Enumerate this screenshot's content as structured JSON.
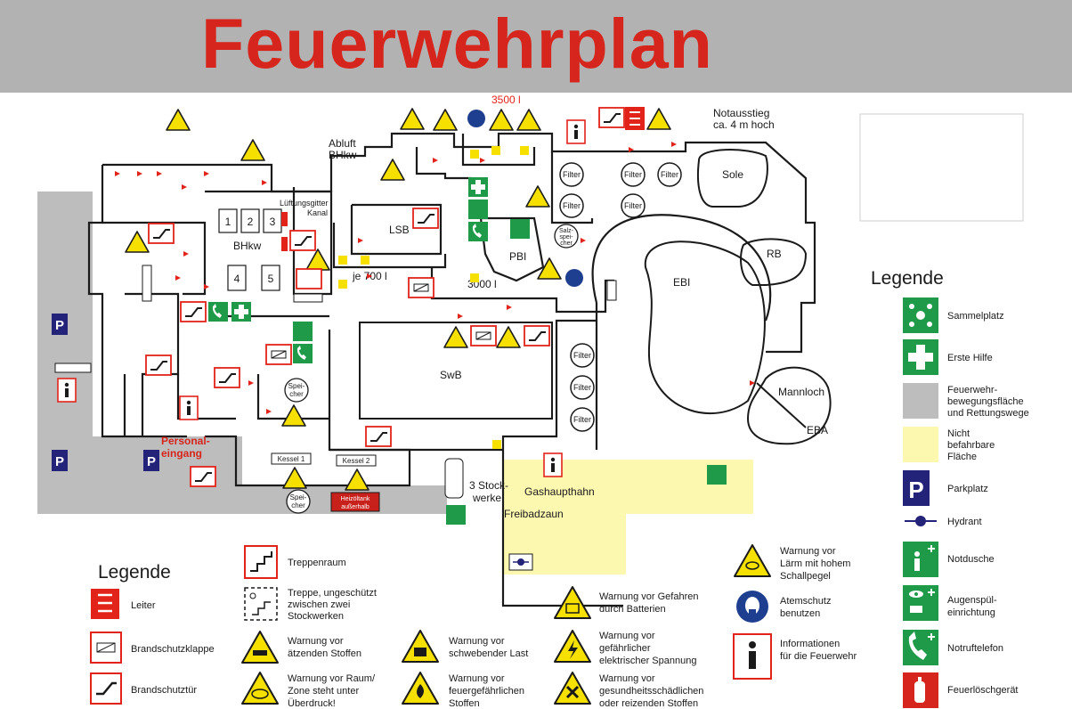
{
  "title": "Feuerwehrplan",
  "rooms": {
    "bhkw": "BHkw",
    "abluft_line1": "Abluft",
    "abluft_line2": "BHkw",
    "lueftungsgitter": "Lüftungsgitter",
    "kanal": "Kanal",
    "lsb": "LSB",
    "pbi": "PBI",
    "ebi": "EBI",
    "swb": "SwB",
    "sole": "Sole",
    "rb": "RB",
    "mannloch": "Mannloch",
    "eba": "EBA",
    "filter": "Filter",
    "salzspeicher_1": "Salz-",
    "salzspeicher_2": "spei-",
    "salzspeicher_3": "cher",
    "speicher_1": "Spei-",
    "speicher_2": "cher",
    "kessel1": "Kessel 1",
    "kessel2": "Kessel 2",
    "heizoel_1": "Heizöltank",
    "heizoel_2": "außerhalb",
    "stockwerke_1": "3 Stock-",
    "stockwerke_2": "werke",
    "gashaupthahn": "Gashaupthahn",
    "freibadzaun": "Freibadzaun",
    "personal_1": "Personal-",
    "personal_2": "eingang",
    "notausstieg_1": "Notausstieg",
    "notausstieg_2": "ca. 4 m hoch",
    "vol_3500": "3500 l",
    "vol_3000": "3000 l",
    "vol_700": "je 700 l",
    "bhkw_units": [
      "1",
      "2",
      "3",
      "4",
      "5"
    ],
    "parking": "P",
    "info": "i"
  },
  "legend_left": {
    "heading": "Legende",
    "items": [
      {
        "icon": "ladder-icon",
        "label": "Leiter"
      },
      {
        "icon": "fire-damper-icon",
        "label": "Brandschutzklappe"
      },
      {
        "icon": "fire-door-icon",
        "label": "Brandschutztür"
      },
      {
        "icon": "stairwell-icon",
        "label": "Treppenraum"
      },
      {
        "icon": "open-stairs-icon",
        "label": "Treppe, ungeschützt zwischen zwei Stockwerken",
        "lines": [
          "Treppe, ungeschützt",
          "zwischen zwei",
          "Stockwerken"
        ]
      },
      {
        "icon": "corrosive-warning-icon",
        "lines": [
          "Warnung vor",
          "ätzenden Stoffen"
        ]
      },
      {
        "icon": "overpressure-warning-icon",
        "lines": [
          "Warnung vor Raum/",
          "Zone steht unter",
          "Überdruck!"
        ]
      },
      {
        "icon": "suspended-load-warning-icon",
        "lines": [
          "Warnung vor",
          "schwebender Last"
        ]
      },
      {
        "icon": "flammable-warning-icon",
        "lines": [
          "Warnung vor",
          "feuergefährlichen",
          "Stoffen"
        ]
      },
      {
        "icon": "battery-warning-icon",
        "lines": [
          "Warnung vor Gefahren",
          "durch Batterien"
        ]
      },
      {
        "icon": "electric-warning-icon",
        "lines": [
          "Warnung vor",
          "gefährlicher",
          "elektrischer Spannung"
        ]
      },
      {
        "icon": "harmful-warning-icon",
        "lines": [
          "Warnung vor",
          "gesundheitsschädlichen",
          "oder reizenden Stoffen"
        ]
      },
      {
        "icon": "noise-warning-icon",
        "lines": [
          "Warnung vor",
          "Lärm mit hohem",
          "Schallpegel"
        ]
      },
      {
        "icon": "respirator-icon",
        "lines": [
          "Atemschutz",
          "benutzen"
        ]
      },
      {
        "icon": "fire-info-icon",
        "lines": [
          "Informationen",
          "für die Feuerwehr"
        ]
      }
    ]
  },
  "legend_right": {
    "heading": "Legende",
    "items": [
      {
        "icon": "assembly-point-icon",
        "lines": [
          "Sammelplatz"
        ]
      },
      {
        "icon": "first-aid-icon",
        "lines": [
          "Erste Hilfe"
        ]
      },
      {
        "icon": "fire-access-area-icon",
        "lines": [
          "Feuerwehr-",
          "bewegungsfläche",
          "und Rettungswege"
        ]
      },
      {
        "icon": "no-drive-area-icon",
        "lines": [
          "Nicht",
          "befahrbare",
          "Fläche"
        ]
      },
      {
        "icon": "parking-icon",
        "lines": [
          "Parkplatz"
        ]
      },
      {
        "icon": "hydrant-icon",
        "lines": [
          "Hydrant"
        ]
      },
      {
        "icon": "emergency-shower-icon",
        "lines": [
          "Notdusche"
        ]
      },
      {
        "icon": "eye-wash-icon",
        "lines": [
          "Augenspül-",
          "einrichtung"
        ]
      },
      {
        "icon": "emergency-phone-icon",
        "lines": [
          "Notruftelefon"
        ]
      },
      {
        "icon": "extinguisher-icon",
        "lines": [
          "Feuerlöschgerät"
        ]
      }
    ]
  },
  "colors": {
    "title_red": "#d6251c",
    "gray_area": "#bdbdbd",
    "yellow_area": "#fdf8b0",
    "green_sign": "#1e9a48",
    "warning_yellow": "#f6e000",
    "parking_blue": "#24237a",
    "red_marker": "#e2231a"
  }
}
